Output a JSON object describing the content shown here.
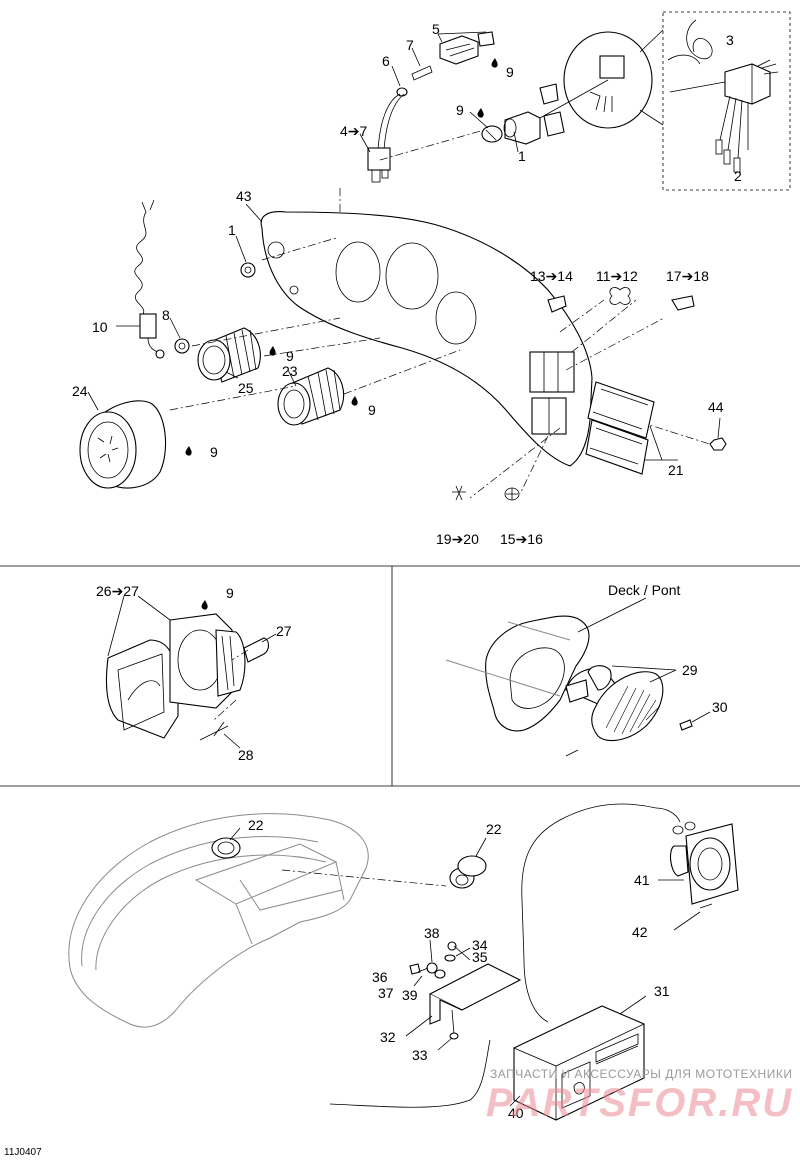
{
  "diagram": {
    "labels": {
      "l1a": "1",
      "l1b": "1",
      "l2": "2",
      "l3": "3",
      "l4": "4➔7",
      "l5": "5",
      "l6": "6",
      "l7": "7",
      "l8": "8",
      "l9a": "9",
      "l9b": "9",
      "l9c": "9",
      "l9d": "9",
      "l9e": "9",
      "l9f": "9",
      "l10": "10",
      "l11": "11➔12",
      "l13": "13➔14",
      "l15": "15➔16",
      "l17": "17➔18",
      "l19": "19➔20",
      "l21": "21",
      "l22a": "22",
      "l22b": "22",
      "l23": "23",
      "l24": "24",
      "l25": "25",
      "l26": "26➔27",
      "l27": "27",
      "l28": "28",
      "l29": "29",
      "l30": "30",
      "l31": "31",
      "l32": "32",
      "l33": "33",
      "l34": "34",
      "l35": "35",
      "l36": "36",
      "l37": "37",
      "l38": "38",
      "l39": "39",
      "l40": "40",
      "l41": "41",
      "l42": "42",
      "l43": "43",
      "l44": "44"
    },
    "deck_label": "Deck / Pont",
    "drawing_code": "11J0407"
  },
  "watermark": {
    "line1": "ЗАПЧАСТИ И АКСЕССУАРЫ ДЛЯ МОТОТЕХНИКИ",
    "line2": "PARTSFOR.RU"
  }
}
